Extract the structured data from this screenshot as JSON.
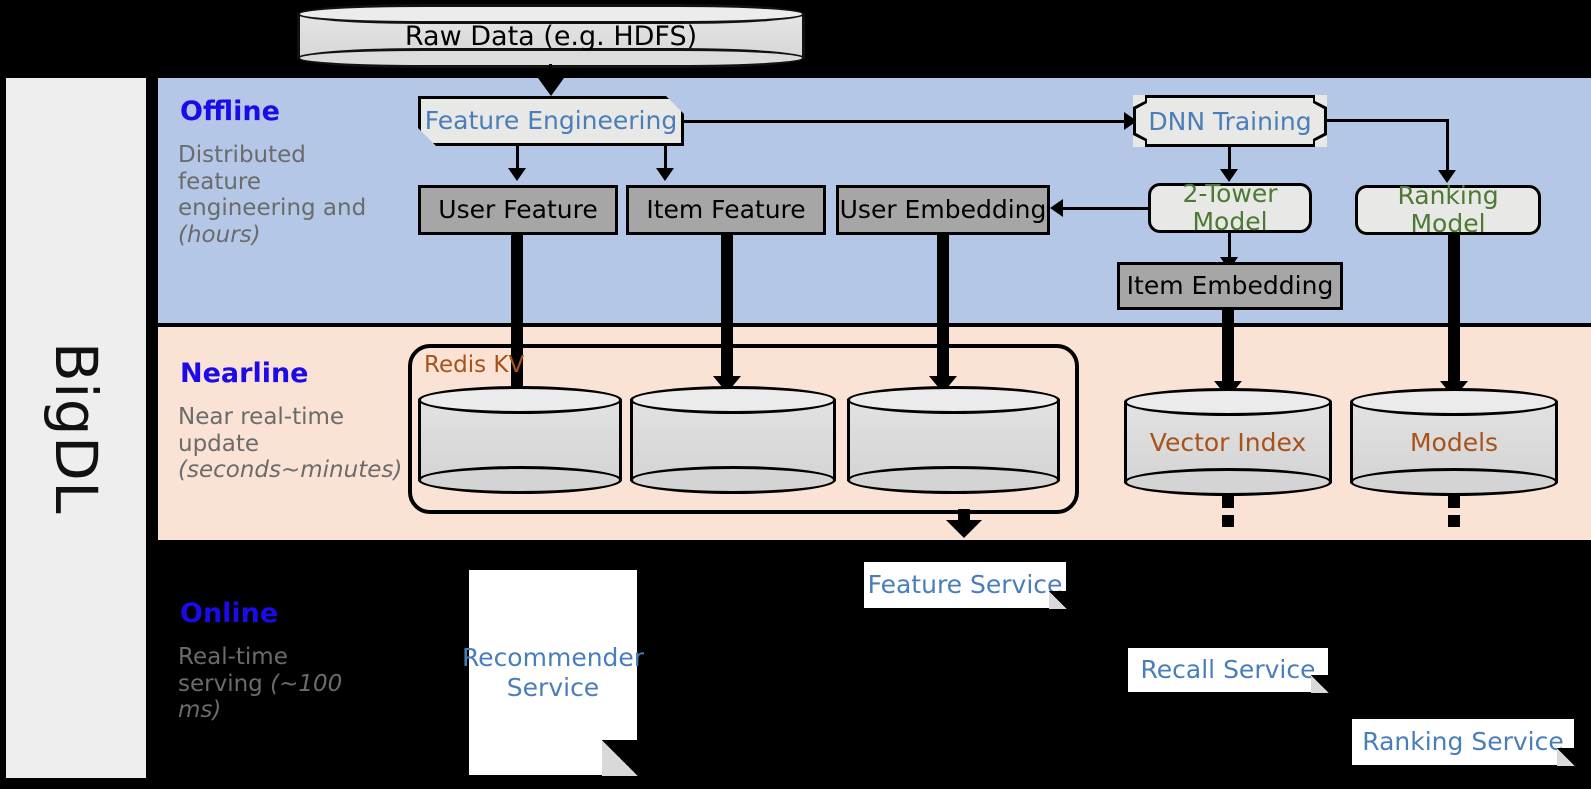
{
  "framework": {
    "name": "BigDL"
  },
  "source": {
    "label": "Raw Data (e.g. HDFS)"
  },
  "bands": {
    "offline": {
      "title": "Offline",
      "subtitle": "Distributed feature engineering and ",
      "subtitle_em": "(hours)",
      "bg": "#b4c7e7"
    },
    "nearline": {
      "title": "Nearline",
      "subtitle": "Near real-time update ",
      "subtitle_em": "(seconds~minutes)",
      "bg": "#fae3d4"
    },
    "online": {
      "title": "Online",
      "subtitle": "Real-time serving ",
      "subtitle_em": "(~100 ms)",
      "bg": "#000000"
    }
  },
  "offline_nodes": {
    "feature_engineering": "Feature Engineering",
    "dnn_training": "DNN Training",
    "user_feature": "User Feature",
    "item_feature": "Item Feature",
    "user_embedding": "User Embedding",
    "two_tower_model": "2-Tower Model",
    "ranking_model": "Ranking Model",
    "item_embedding": "Item Embedding"
  },
  "nearline_nodes": {
    "redis_kv": "Redis KV",
    "store_user_feature": "",
    "store_item_feature": "",
    "store_user_embedding": "",
    "vector_index": "Vector Index",
    "models": "Models"
  },
  "online_nodes": {
    "recommender_service": "Recommender Service",
    "feature_service": "Feature Service",
    "recall_service": "Recall Service",
    "ranking_service": "Ranking Service"
  },
  "colors": {
    "offline_band": "#b4c7e7",
    "nearline_band": "#fae3d4",
    "online_band": "#000000",
    "band_title": "#1a0be8",
    "band_subtitle": "#6b6b6b",
    "process_text": "#4a7ebb",
    "model_text": "#4d7a32",
    "store_text": "#a8521a",
    "gray_box": "#a6a6a6",
    "rail_bg": "#eeeeee"
  }
}
